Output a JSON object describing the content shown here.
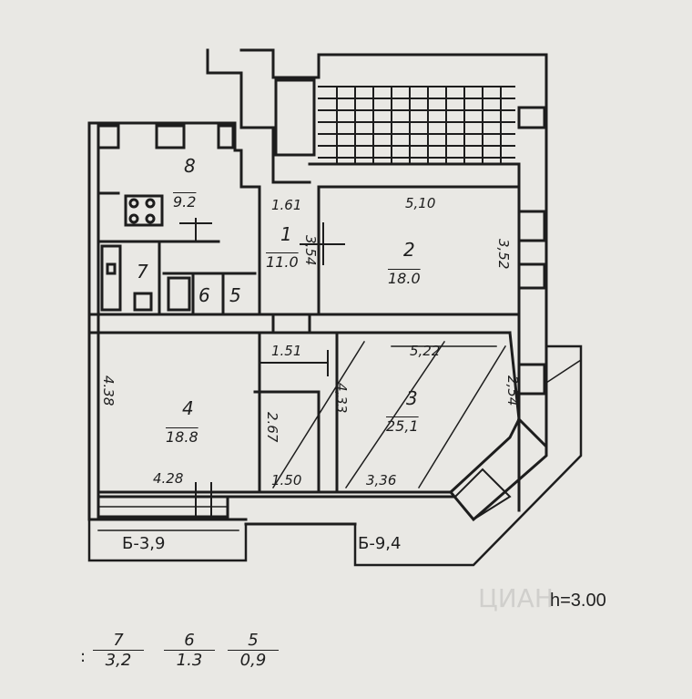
{
  "rooms": [
    {
      "id": "8",
      "area": "9.2"
    },
    {
      "id": "1",
      "area": "11.0"
    },
    {
      "id": "2",
      "area": "18.0"
    },
    {
      "id": "7"
    },
    {
      "id": "6"
    },
    {
      "id": "5"
    },
    {
      "id": "4",
      "area": "18.8"
    },
    {
      "id": "3",
      "area": "25,1"
    }
  ],
  "dimensions": {
    "d161": "1.61",
    "d510": "5,10",
    "d352": "3,52",
    "d354": "3,54",
    "d151": "1.51",
    "d522": "5,22",
    "d254": "2,54",
    "d438": "4.38",
    "d267": "2.67",
    "d433": "4,33",
    "d428": "4.28",
    "d150": "1.50",
    "d336": "3,36"
  },
  "balconies": {
    "left": "Б-3,9",
    "right": "Б-9,4"
  },
  "ceiling_height": "h=3.00",
  "legend": [
    {
      "room": "7",
      "area": "3,2"
    },
    {
      "room": "6",
      "area": "1.3"
    },
    {
      "room": "5",
      "area": "0,9"
    }
  ],
  "watermark": "ЦИАН"
}
